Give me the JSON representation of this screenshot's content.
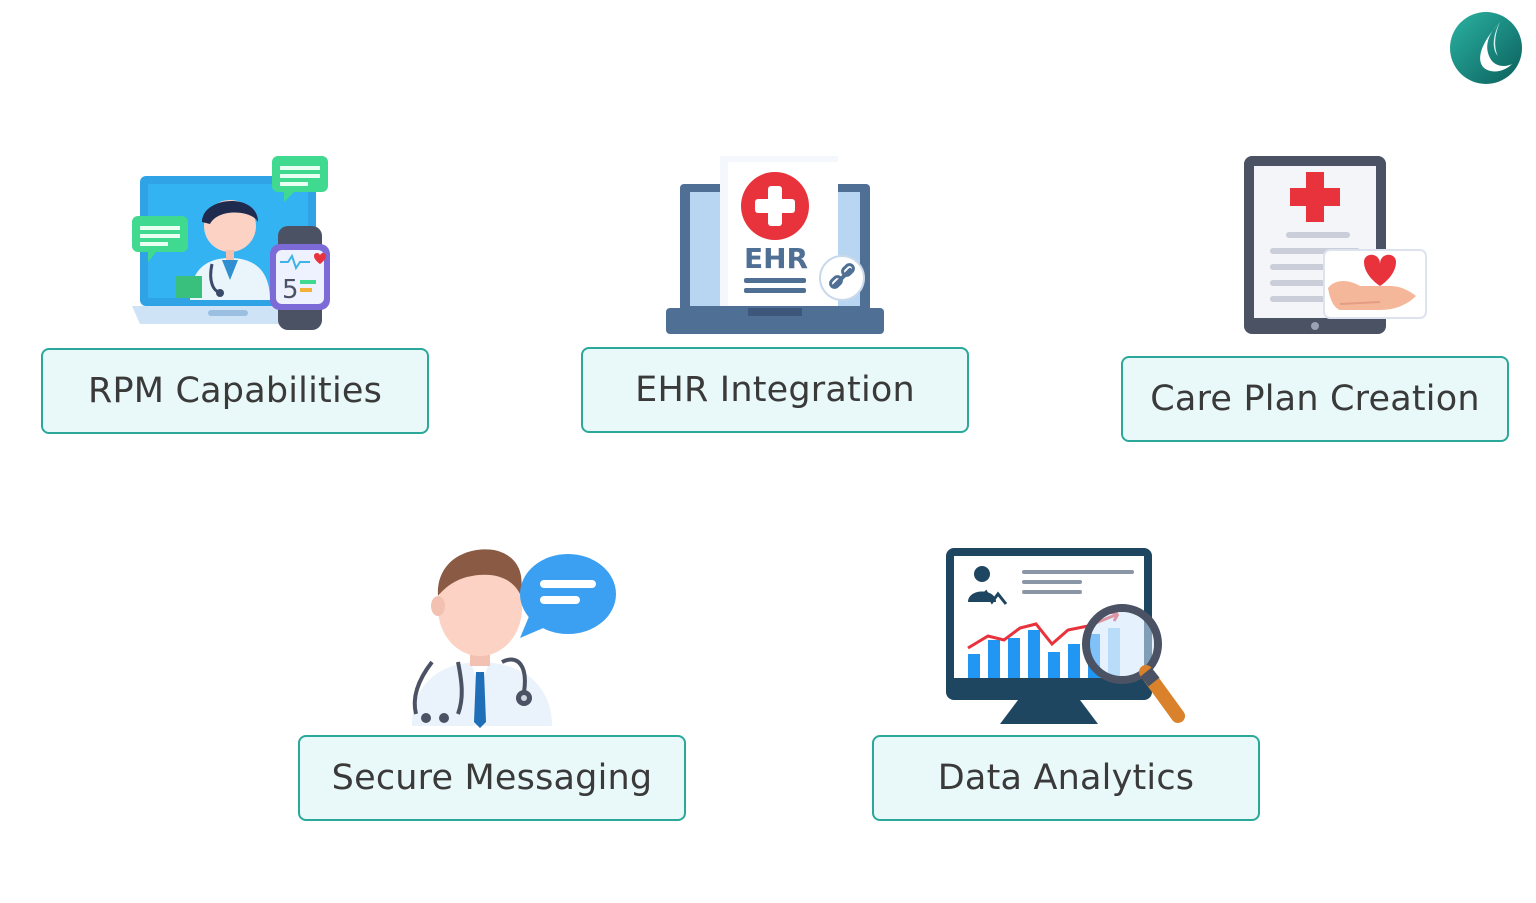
{
  "features": [
    {
      "id": "rpm",
      "label": "RPM Capabilities",
      "icon": "telehealth-doctor-laptop-icon"
    },
    {
      "id": "ehr",
      "label": "EHR Integration",
      "icon": "ehr-laptop-document-icon",
      "icon_text": "EHR"
    },
    {
      "id": "care",
      "label": "Care Plan Creation",
      "icon": "tablet-care-plan-icon"
    },
    {
      "id": "msg",
      "label": "Secure Messaging",
      "icon": "doctor-chat-bubble-icon"
    },
    {
      "id": "data",
      "label": "Data Analytics",
      "icon": "monitor-chart-magnifier-icon"
    }
  ],
  "watch_reading": "5",
  "colors": {
    "border": "#2aa89a",
    "box_fill": "#e9f8f8",
    "text": "#3a3a3a",
    "logo_dark": "#0d6b66",
    "logo_light": "#2bb3a3",
    "medical_red": "#e8323c",
    "chart_blue": "#2196f3"
  }
}
